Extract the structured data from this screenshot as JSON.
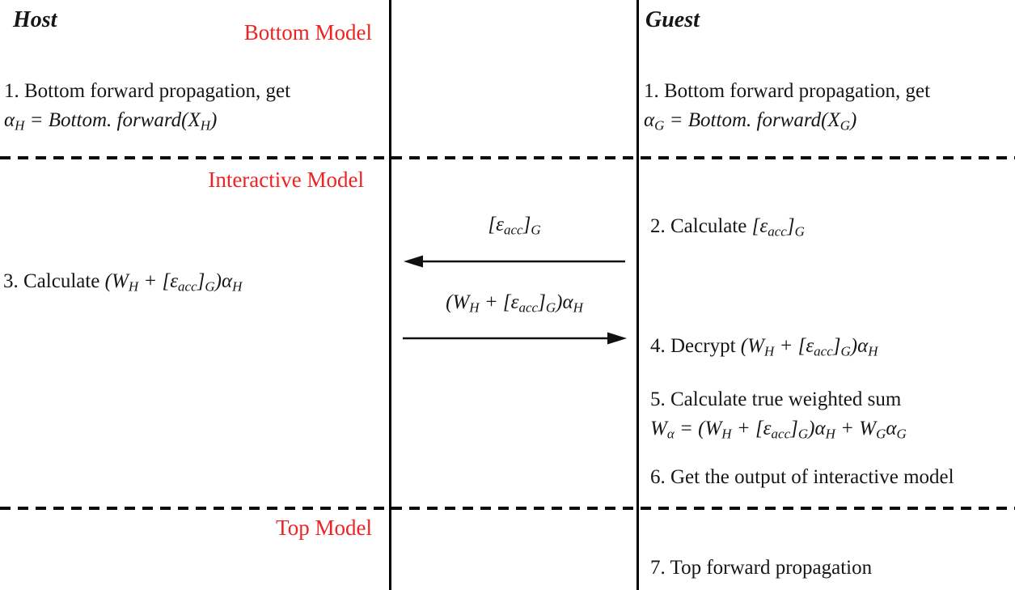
{
  "colors": {
    "section_label": "#ee2222",
    "text": "#161616",
    "line": "#000000"
  },
  "sections": {
    "bottom": "Bottom Model",
    "interactive": "Interactive Model",
    "top": "Top Model"
  },
  "host": {
    "title": "Host",
    "step1_text": "1. Bottom forward propagation, get",
    "step1_formula": "α_{H} = Bottom. forward(X_{H})",
    "step3_prefix": "3. Calculate ",
    "step3_formula": "(W_{H} + [ε_{acc}]_{G})α_{H}"
  },
  "guest": {
    "title": "Guest",
    "step1_text": "1. Bottom forward propagation, get",
    "step1_formula": "α_{G} = Bottom. forward(X_{G})",
    "step2_prefix": "2. Calculate ",
    "step2_formula": "[ε_{acc}]_{G}",
    "step4_prefix": "4. Decrypt ",
    "step4_formula": "(W_{H} + [ε_{acc}]_{G})α_{H}",
    "step5_text": "5. Calculate true weighted sum",
    "step5_formula": "W_{α} = (W_{H} + [ε_{acc}]_{G})α_{H} + W_{G}α_{G}",
    "step6_text": "6. Get the output of interactive model",
    "step7_text": "7. Top forward propagation"
  },
  "messages": {
    "to_host": "[ε_{acc}]_{G}",
    "to_guest": "(W_{H} + [ε_{acc}]_{G})α_{H}"
  }
}
